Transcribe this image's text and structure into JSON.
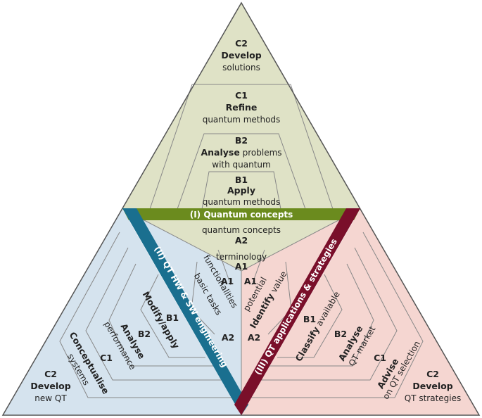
{
  "bands": {
    "quantum_concepts": "(I) Quantum concepts",
    "hw_sw_engineering": "(II) QT HW & SW engineering",
    "applications_strategies": "(III) QT applications & strategies"
  },
  "top": {
    "c2_level": "C2",
    "c2_verb": "Develop",
    "c2_desc": "solutions",
    "c1_level": "C1",
    "c1_verb": "Refine",
    "c1_desc": "quantum methods",
    "b2_level": "B2",
    "b2_verb": "Analyse",
    "b2_desc1": "problems",
    "b2_desc2": "with quantum",
    "b1_level": "B1",
    "b1_verb": "Apply",
    "b1_desc": "quantum methods",
    "a2_desc": "quantum concepts",
    "a2_level": "A2",
    "a1_desc": "terminology",
    "a1_level": "A1"
  },
  "left": {
    "a1_level": "A1",
    "a1_desc": "functionalities",
    "a2_desc": "basic tasks",
    "a2_level": "A2",
    "b1_level": "B1",
    "b1_verb": "Modify/apply",
    "b2_level": "B2",
    "b2_verb": "Analyse",
    "b2_desc": "performance",
    "c1_level": "C1",
    "c1_verb": "Conceptualise",
    "c1_desc": "systems",
    "c2_level": "C2",
    "c2_verb": "Develop",
    "c2_desc": "new QT"
  },
  "right": {
    "a1_level": "A1",
    "a1_desc": "potential",
    "a2_verb": "Identify",
    "a2_desc": "value",
    "a2_level": "A2",
    "b1_level": "B1",
    "b1_verb": "Classify",
    "b1_desc": "available",
    "b2_level": "B2",
    "b2_verb": "Analyse",
    "b2_desc": "QT market",
    "c1_level": "C1",
    "c1_verb": "Advise",
    "c1_desc": "on QT selection",
    "c2_level": "C2",
    "c2_verb": "Develop",
    "c2_desc": "QT strategies"
  },
  "colors": {
    "top_fill": "#dfe2c6",
    "left_fill": "#d5e3ee",
    "right_fill": "#f5d6d1",
    "band_green": "#6b8b1e",
    "band_blue": "#1a6f8f",
    "band_red": "#7a0f2a",
    "outline": "#888888"
  }
}
